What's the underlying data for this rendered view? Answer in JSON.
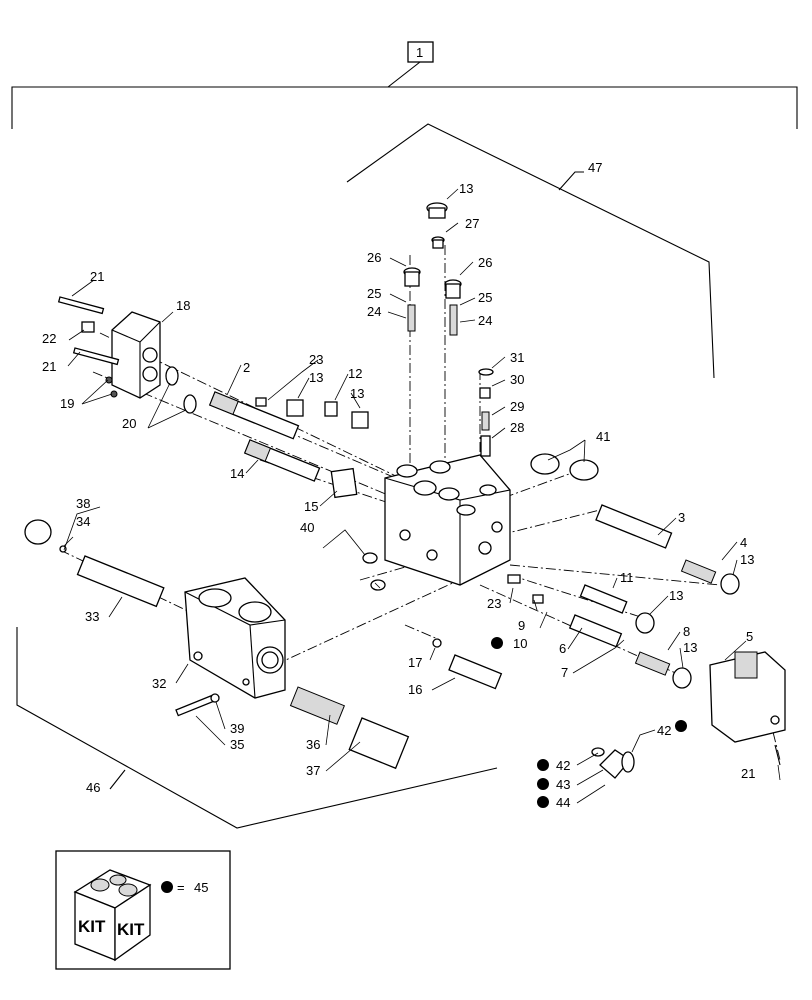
{
  "callouts": {
    "c1": "1",
    "c2": "2",
    "c3": "3",
    "c4": "4",
    "c5": "5",
    "c6": "6",
    "c7": "7",
    "c8": "8",
    "c9": "9",
    "c10": "10",
    "c11": "11",
    "c12": "12",
    "c13": "13",
    "c14": "14",
    "c15": "15",
    "c16": "16",
    "c17": "17",
    "c18": "18",
    "c19": "19",
    "c20": "20",
    "c21": "21",
    "c22": "22",
    "c23": "23",
    "c24": "24",
    "c25": "25",
    "c26": "26",
    "c27": "27",
    "c28": "28",
    "c29": "29",
    "c30": "30",
    "c31": "31",
    "c32": "32",
    "c33": "33",
    "c34": "34",
    "c35": "35",
    "c36": "36",
    "c37": "37",
    "c38": "38",
    "c39": "39",
    "c40": "40",
    "c41": "41",
    "c42": "42",
    "c43": "43",
    "c44": "44",
    "c45": "45",
    "c46": "46",
    "c47": "47"
  },
  "kit": {
    "label_left": "KIT",
    "label_right": "KIT",
    "equals": "="
  }
}
